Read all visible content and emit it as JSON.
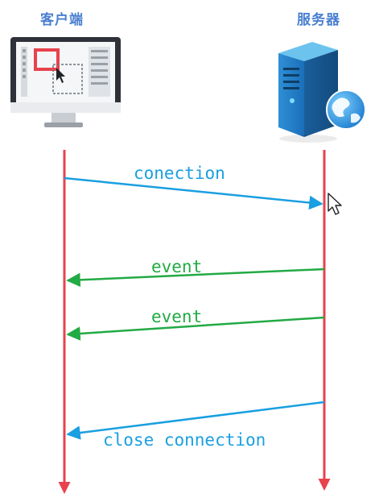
{
  "participants": {
    "client": {
      "label": "客户端",
      "icon": "monitor-icon"
    },
    "server": {
      "label": "服务器",
      "icon": "server-globe-icon"
    }
  },
  "messages": [
    {
      "label": "conection",
      "from": "client",
      "to": "server",
      "color": "#1a9fe0"
    },
    {
      "label": "event",
      "from": "server",
      "to": "client",
      "color": "#22aa44"
    },
    {
      "label": "event",
      "from": "server",
      "to": "client",
      "color": "#22aa44"
    },
    {
      "label": "close connection",
      "from": "server",
      "to": "client",
      "color": "#1a9fe0"
    }
  ],
  "colors": {
    "lifeline": "#e8424d",
    "actor_label": "#4a7fd0"
  },
  "cursor": "mouse-pointer-icon"
}
